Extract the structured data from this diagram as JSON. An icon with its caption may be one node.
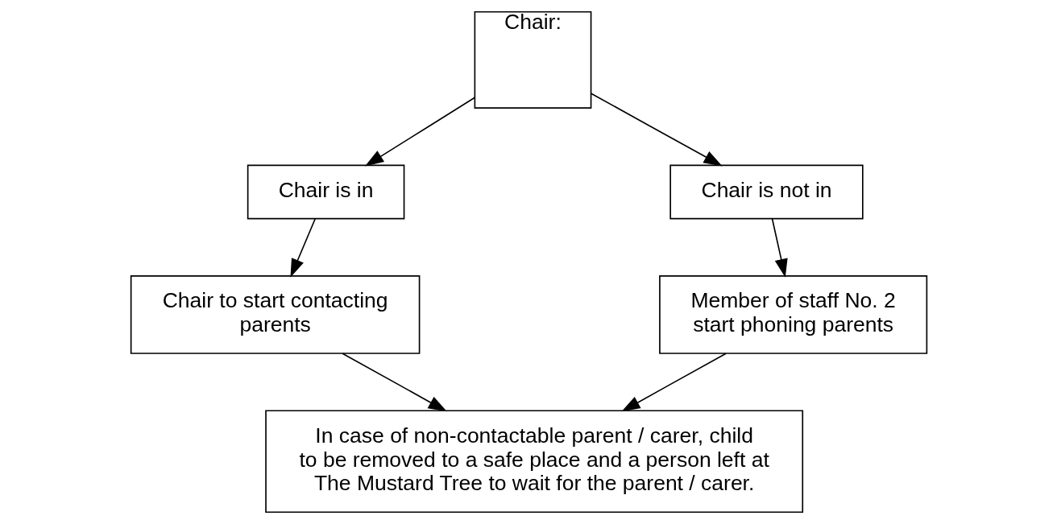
{
  "diagram": {
    "nodes": [
      {
        "text": [
          "Chair:"
        ]
      },
      {
        "text": [
          "Chair is in"
        ]
      },
      {
        "text": [
          "Chair is not in"
        ]
      },
      {
        "text": [
          "Chair to start contacting parents"
        ]
      },
      {
        "text": [
          "Member of staff No. 2 start phoning parents"
        ]
      },
      {
        "text": [
          "In case of non-contactable parent / carer, child to be removed to a safe place and a person left at The Mustard Tree to wait for the parent / carer."
        ]
      }
    ],
    "edges": [
      {
        "from": 0,
        "to": 1,
        "arrow": "to"
      },
      {
        "from": 0,
        "to": 2,
        "arrow": "to"
      },
      {
        "from": 1,
        "to": 3,
        "arrow": "to"
      },
      {
        "from": 2,
        "to": 4,
        "arrow": "to"
      },
      {
        "from": 3,
        "to": 5,
        "arrow": "to"
      },
      {
        "from": 4,
        "to": 5,
        "arrow": "to"
      }
    ]
  }
}
